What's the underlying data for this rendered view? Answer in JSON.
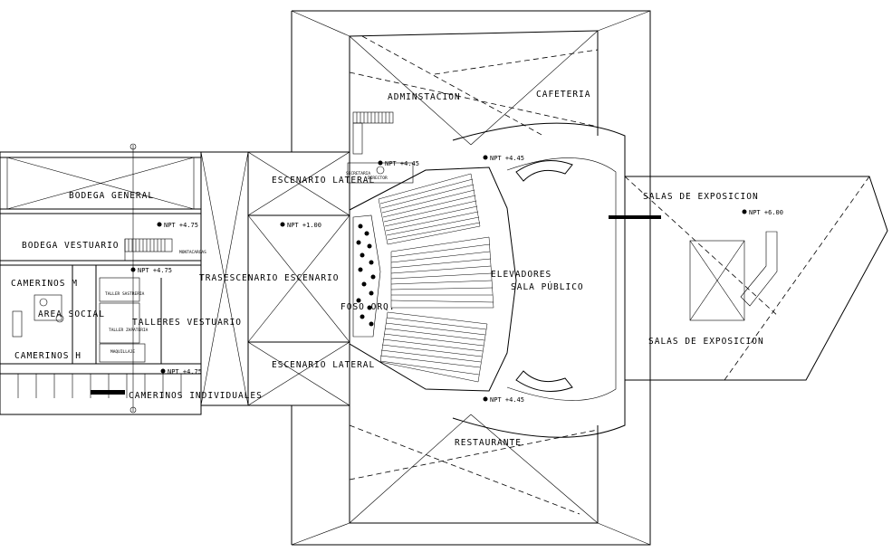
{
  "rooms": {
    "administracion": "ADMINSTACION",
    "cafeteria": "CAFETERIA",
    "bodega_general": "BODEGA GENERAL",
    "bodega_vestuario": "BODEGA VESTUARIO",
    "camerinos_m": "CAMERINOS M",
    "area_social": "AREA SOCIAL",
    "talleres_vestuario": "TALLERES VESTUARIO",
    "camerinos_h": "CAMERINOS H",
    "camerinos_individuales": "CAMERINOS INDIVIDUALES",
    "escenario_lateral_top": "ESCENARIO LATERAL",
    "escenario_lateral_bottom": "ESCENARIO LATERAL",
    "trasescenario": "TRASESCENARIO",
    "escenario": "ESCENARIO",
    "foso_orquesta": "FOSO ORQ.",
    "elevadores": "ELEVADORES",
    "sala_publico": "SALA PÚBLICO",
    "salas_exposicion_top": "SALAS DE EXPOSICION",
    "salas_exposicion_bottom": "SALAS DE EXPOSICION",
    "restaurante": "RESTAURANTE"
  },
  "small_labels": {
    "montacargas": "MONTACARGAS",
    "taller_sastreria": "TALLER SASTRERIA",
    "taller_zapateria": "TALLER ZAPATERIA",
    "maquillaje": "MAQUILLAJE",
    "director": "DIRECTOR",
    "secretaria": "SECRETARIA"
  },
  "levels": {
    "npt_bodega": "NPT +4.75",
    "npt_pasillo": "NPT +4.75",
    "npt_camerinos": "NPT +4.75",
    "npt_escenario": "NPT +1.00",
    "npt_admin": "NPT +4.45",
    "npt_sala_top": "NPT +4.45",
    "npt_sala_bottom": "NPT +4.45",
    "npt_exposicion": "NPT +6.00"
  },
  "colors": {
    "line": "#000000",
    "background": "#ffffff"
  }
}
